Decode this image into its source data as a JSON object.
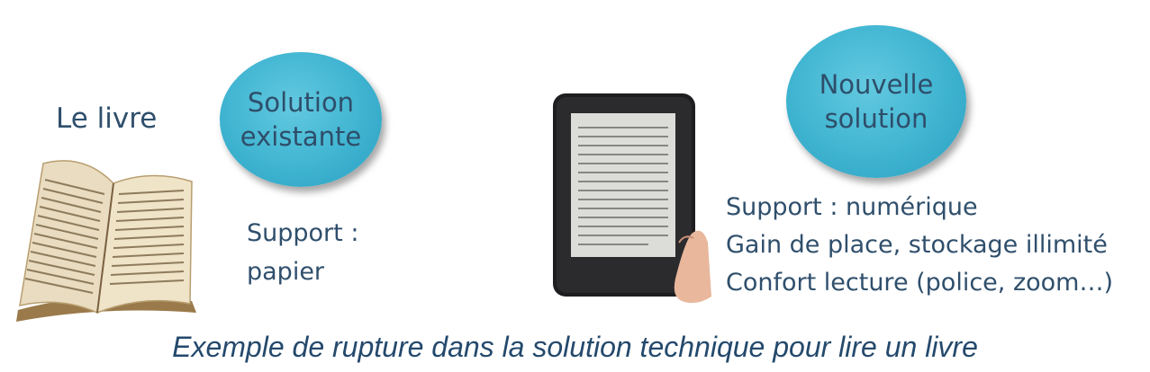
{
  "left": {
    "book_label": "Le livre",
    "bubble_lines": [
      "Solution",
      "existante"
    ],
    "support_lines": [
      "Support :",
      "papier"
    ]
  },
  "right": {
    "bubble_lines": [
      "Nouvelle",
      "solution"
    ],
    "feature_lines": [
      "Support : numérique",
      "Gain de place, stockage illimité",
      "Confort lecture (police, zoom…)"
    ]
  },
  "caption": "Exemple de rupture dans la solution technique pour lire un livre"
}
